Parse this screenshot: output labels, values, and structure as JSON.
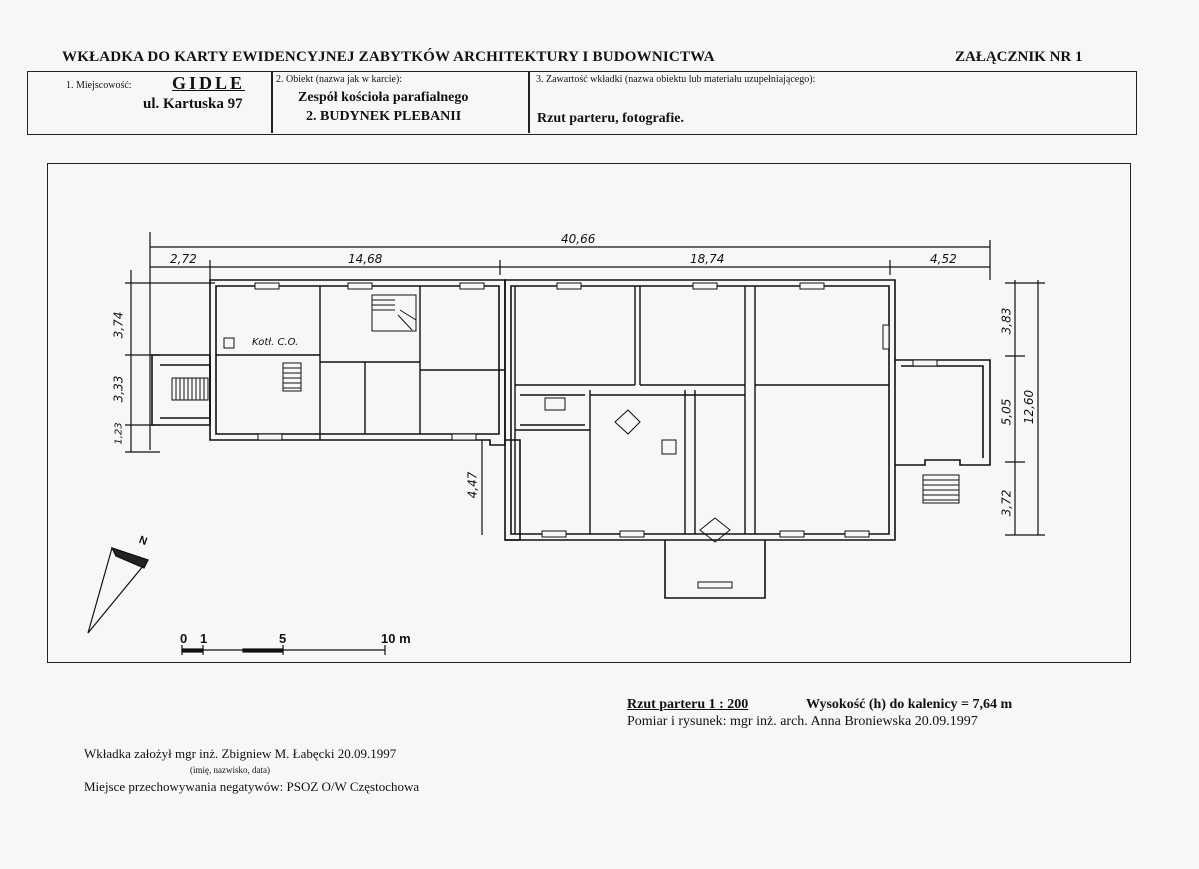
{
  "header": {
    "title": "WKŁADKA DO KARTY EWIDENCYJNEJ ZABYTKÓW ARCHITEKTURY I BUDOWNICTWA",
    "annex": "ZAŁĄCZNIK NR 1"
  },
  "info": {
    "place_label": "1. Miejscowość:",
    "place_value": "GIDLE",
    "street": "ul. Kartuska 97",
    "object_label": "2. Obiekt (nazwa jak w karcie):",
    "object_line1": "Zespół kościoła parafialnego",
    "object_line2": "2. BUDYNEK PLEBANII",
    "contents_label": "3. Zawartość wkładki (nazwa obiektu lub materiału uzupełniającego):",
    "contents_value": "Rzut parteru, fotografie."
  },
  "plan": {
    "dimensions": {
      "total": "40,66",
      "seg1": "2,72",
      "seg2": "14,68",
      "seg3": "18,74",
      "seg4": "4,52",
      "left1": "3,74",
      "left2": "3,33",
      "left3": "1,23",
      "mid_left": "4,47",
      "right1": "3,83",
      "right2": "5,05",
      "right3": "3,72",
      "right_total": "12,60"
    },
    "boiler_room": "Kotł. C.O.",
    "north": "N",
    "scale_bar": {
      "t0": "0",
      "t1": "1",
      "t5": "5",
      "t10": "10 m"
    }
  },
  "footer": {
    "plan_title": "Rzut parteru 1 : 200",
    "height": "Wysokość (h) do kalenicy = 7,64 m",
    "survey": "Pomiar i rysunek: mgr inż. arch. Anna Broniewska 20.09.1997",
    "created_by": "Wkładka założył mgr inż. Zbigniew M. Łabęcki 20.09.1997",
    "created_hint": "(imię, nazwisko, data)",
    "negatives": "Miejsce przechowywania negatywów: PSOZ O/W Częstochowa"
  }
}
